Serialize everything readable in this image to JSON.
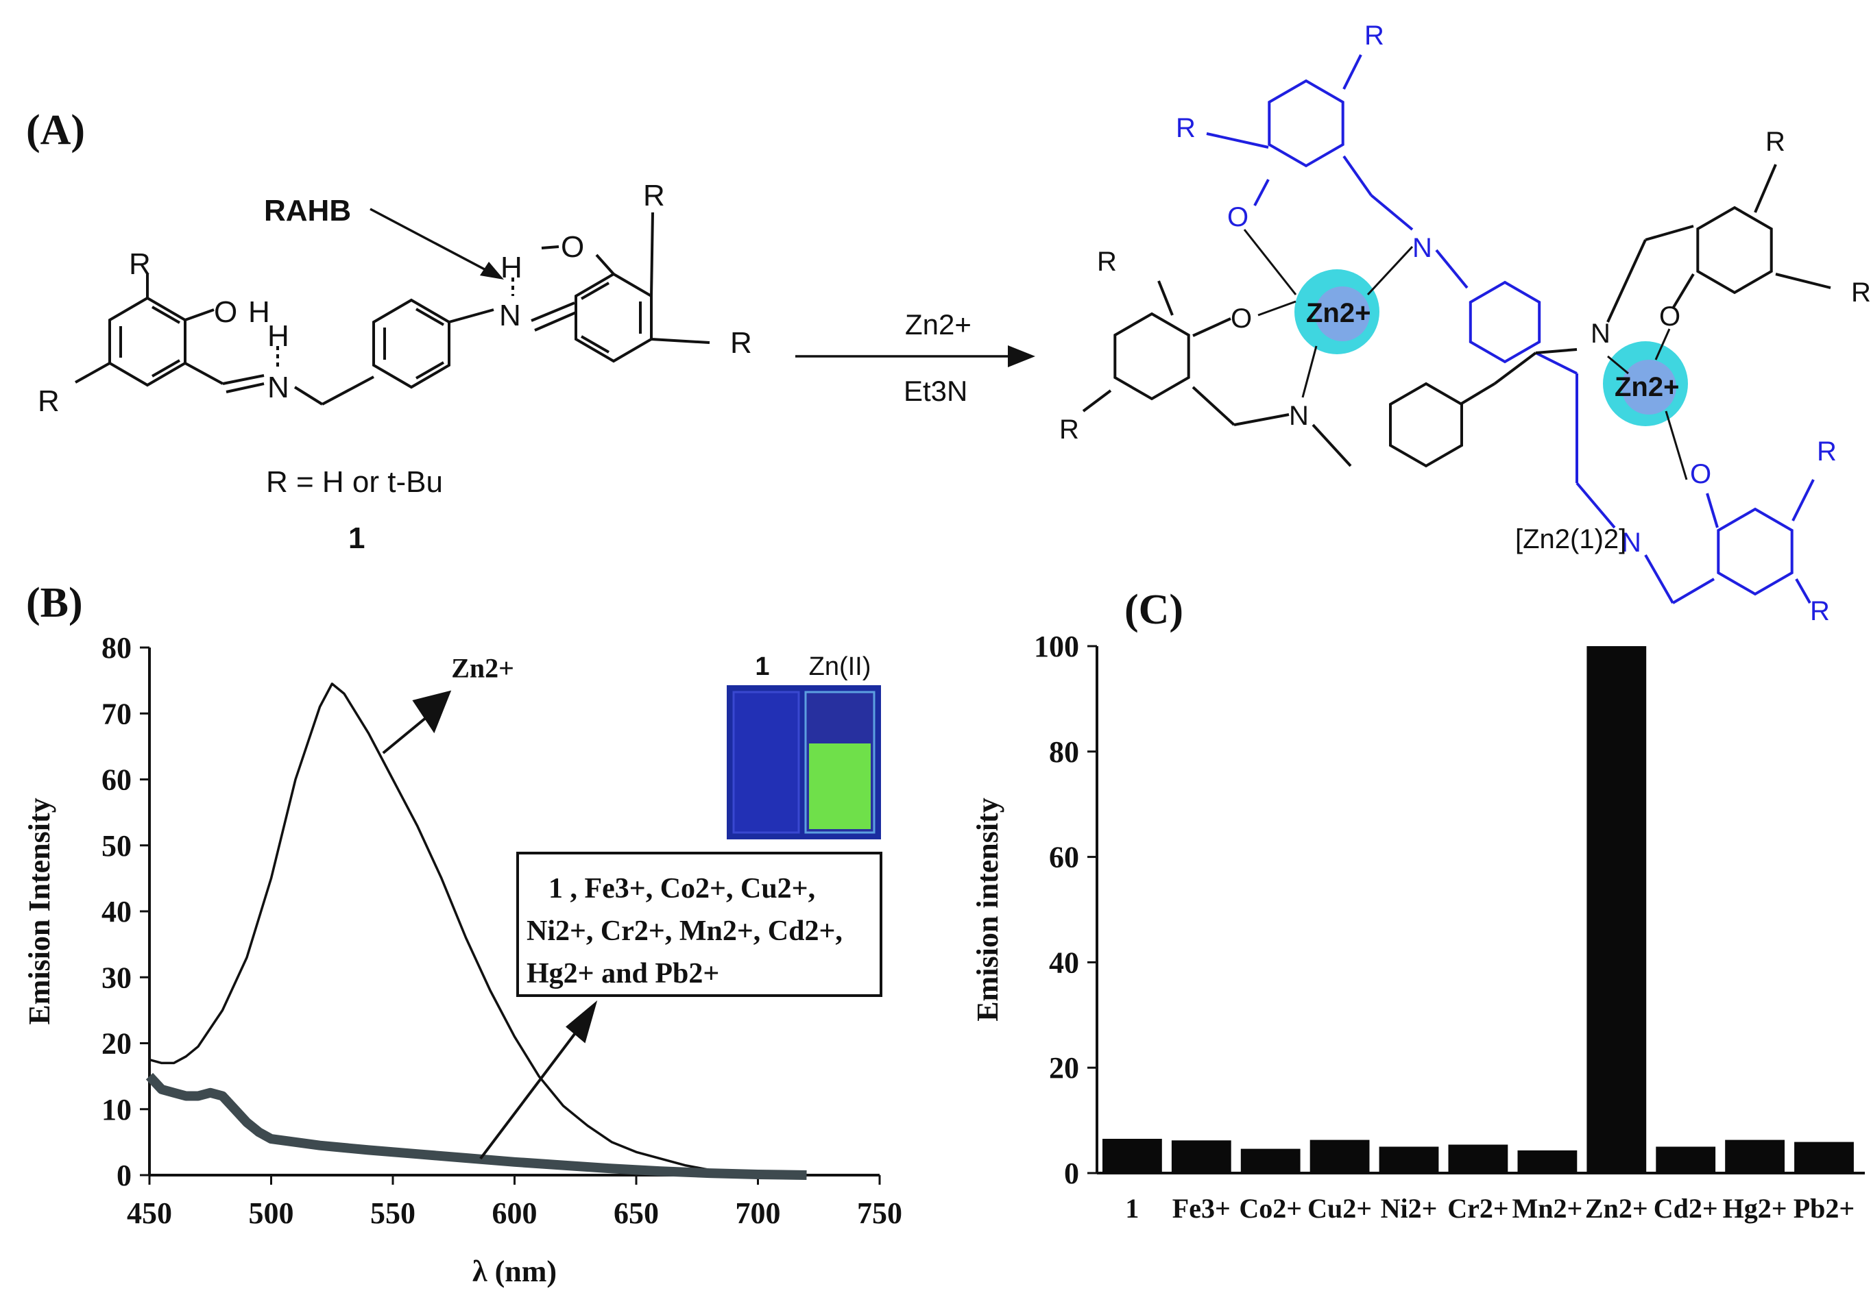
{
  "panels": {
    "a_label": "(A)",
    "b_label": "(B)",
    "c_label": "(C)"
  },
  "scheme": {
    "rahb_label": "RAHB",
    "r_label": "R",
    "o_label": "O",
    "n_label": "N",
    "h_label": "H",
    "zn_ion": "Zn2+",
    "zn_ion_complex": "Zn2+",
    "reagent_top": "Zn2+",
    "reagent_bottom": "Et3N",
    "r_definition": "R = H or t-Bu",
    "compound_number": "1",
    "complex_label": "[Zn2(1)2]"
  },
  "colors": {
    "ink": "#111111",
    "blue_ligand": "#1f1fe0",
    "zn_halo": "#3fd6e0",
    "zn_core": "#7ea8e6",
    "vial_blue": "#1b2ca0",
    "vial_green": "#6fe04a"
  },
  "chart_data": [
    {
      "type": "line",
      "panel": "(B)",
      "xlabel": "λ (nm)",
      "ylabel": "Emision Intensity",
      "xlim": [
        450,
        750
      ],
      "ylim": [
        0,
        80
      ],
      "xticks": [
        450,
        500,
        550,
        600,
        650,
        700,
        750
      ],
      "yticks": [
        0,
        10,
        20,
        30,
        40,
        50,
        60,
        70,
        80
      ],
      "series": [
        {
          "name": "Zn2+",
          "x": [
            450,
            455,
            460,
            465,
            470,
            480,
            490,
            500,
            510,
            520,
            525,
            530,
            540,
            550,
            560,
            570,
            580,
            590,
            600,
            610,
            620,
            630,
            640,
            650,
            660,
            670,
            680,
            690,
            700,
            710,
            720
          ],
          "y": [
            17.5,
            17.0,
            17.0,
            18.0,
            19.5,
            25,
            33,
            45,
            60,
            71,
            74.5,
            73,
            67,
            60,
            53,
            45,
            36,
            28,
            21,
            15,
            10.5,
            7.5,
            5,
            3.5,
            2.5,
            1.5,
            0.8,
            0.4,
            0.2,
            0.1,
            0
          ]
        },
        {
          "name": "1 , Fe3+, Co2+, Cu2+, Ni2+, Cr2+, Mn2+, Cd2+, Hg2+ and Pb2+",
          "x": [
            450,
            455,
            460,
            465,
            470,
            475,
            480,
            485,
            490,
            495,
            500,
            520,
            540,
            560,
            580,
            600,
            620,
            640,
            660,
            680,
            700,
            720
          ],
          "y": [
            15,
            13.0,
            12.5,
            12.0,
            12.0,
            12.5,
            12.0,
            10.0,
            8.0,
            6.5,
            5.5,
            4.5,
            3.8,
            3.2,
            2.6,
            2.0,
            1.5,
            1.0,
            0.6,
            0.3,
            0.1,
            0
          ]
        }
      ],
      "annotations": {
        "zn_arrow_label": "Zn2+",
        "legend_line1": "1 , Fe3+, Co2+, Cu2+,",
        "legend_line2": "Ni2+, Cr2+, Mn2+, Cd2+,",
        "legend_line3": "Hg2+ and Pb2+",
        "inset_labels": [
          "1",
          "Zn(II)"
        ]
      },
      "grid": false
    },
    {
      "type": "bar",
      "panel": "(C)",
      "ylabel": "Emision intensity",
      "xlabel": "",
      "ylim": [
        0,
        100
      ],
      "yticks": [
        0,
        20,
        40,
        60,
        80,
        100
      ],
      "categories": [
        "1",
        "Fe3+",
        "Co2+",
        "Cu2+",
        "Ni2+",
        "Cr2+",
        "Mn2+",
        "Zn2+",
        "Cd2+",
        "Hg2+",
        "Pb2+"
      ],
      "values": [
        6.5,
        6.2,
        4.6,
        6.3,
        5.0,
        5.4,
        4.3,
        100,
        5.0,
        6.3,
        5.9
      ],
      "grid": false
    }
  ]
}
